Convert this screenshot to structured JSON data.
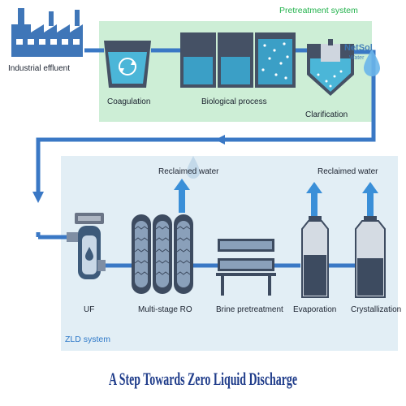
{
  "pretreatment": {
    "title": "Pretreatment system",
    "source_label": "Industrial effluent",
    "units": [
      {
        "label": "Coagulation"
      },
      {
        "label": "Biological process"
      },
      {
        "label": "Clarification"
      }
    ]
  },
  "zld": {
    "title": "ZLD system",
    "units": [
      {
        "label": "UF"
      },
      {
        "label": "Multi-stage RO"
      },
      {
        "label": "Brine pretreatment"
      },
      {
        "label": "Evaporation"
      },
      {
        "label": "Crystallization"
      }
    ],
    "reclaimed_ro": "Reclaimed water",
    "reclaimed_evap": "Reclaimed water"
  },
  "watermark": {
    "brand": "NetSol",
    "sub": "Water"
  },
  "footer": {
    "title": "A Step Towards Zero Liquid Discharge"
  },
  "colors": {
    "pretreatment_bg": "#cdeed6",
    "zld_bg": "#e2eef5",
    "pipe": "#3a78c5",
    "water": "#47b6d9",
    "dark_unit": "#3e4a5e",
    "title": "#1f3c8a"
  }
}
